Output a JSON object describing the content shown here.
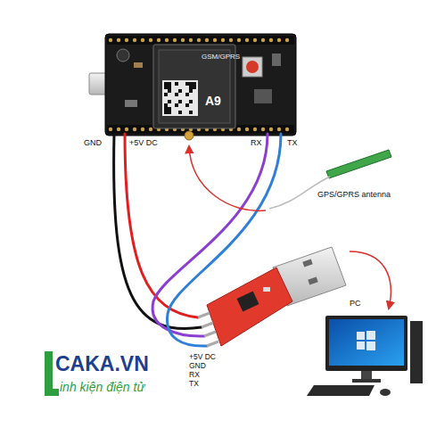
{
  "diagram": {
    "labels": [
      "GND",
      "+5V DC",
      "RX",
      "TX",
      "GPS/GPRS antenna",
      "PC",
      "+5V DC",
      "GND",
      "RX",
      "TX",
      "GSM/GPRS",
      "A9",
      "CAKA.VN",
      "inh kiện điện tử"
    ]
  }
}
